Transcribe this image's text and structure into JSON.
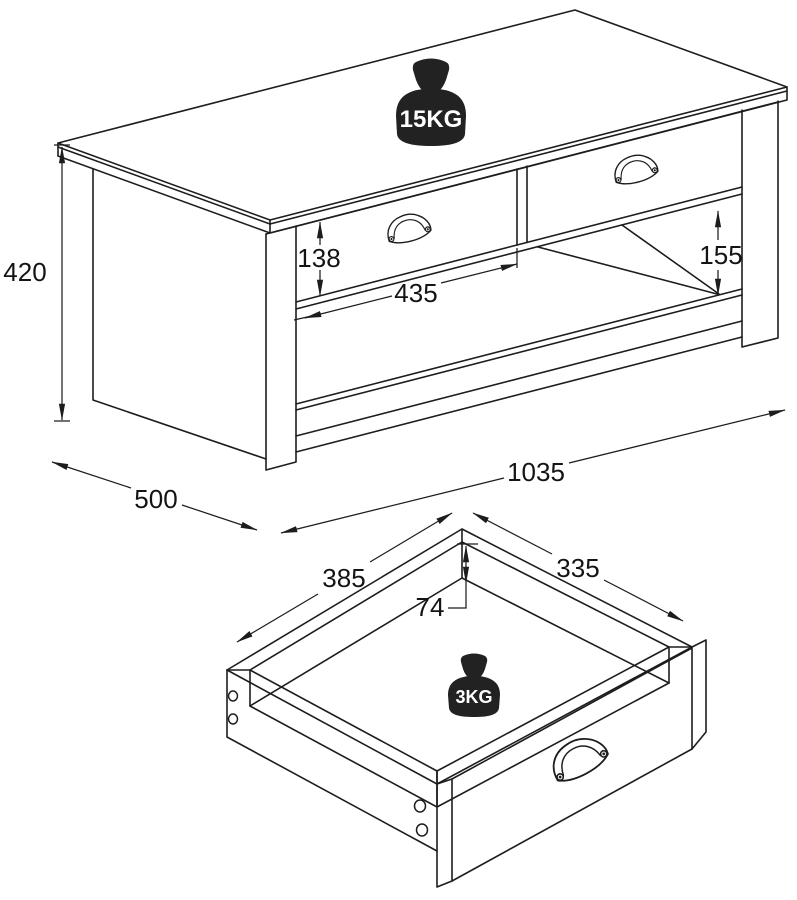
{
  "document": {
    "kind": "furniture dimension drawing",
    "views": [
      "table isometric view",
      "drawer detail view"
    ],
    "background_color": "#ffffff",
    "line_color": "#1d1d1d"
  },
  "main_view": {
    "name": "coffee table with two drawers and open shelf",
    "max_load_label": "15KG",
    "dims": {
      "height": "420",
      "depth": "500",
      "width": "1035",
      "drawer_front_height": "138",
      "drawer_front_width": "435",
      "shelf_opening_height": "155"
    }
  },
  "drawer_view": {
    "name": "drawer internal dimensions",
    "max_load_label": "3KG",
    "dims": {
      "inner_width": "385",
      "inner_depth": "335",
      "inner_height": "74"
    }
  }
}
